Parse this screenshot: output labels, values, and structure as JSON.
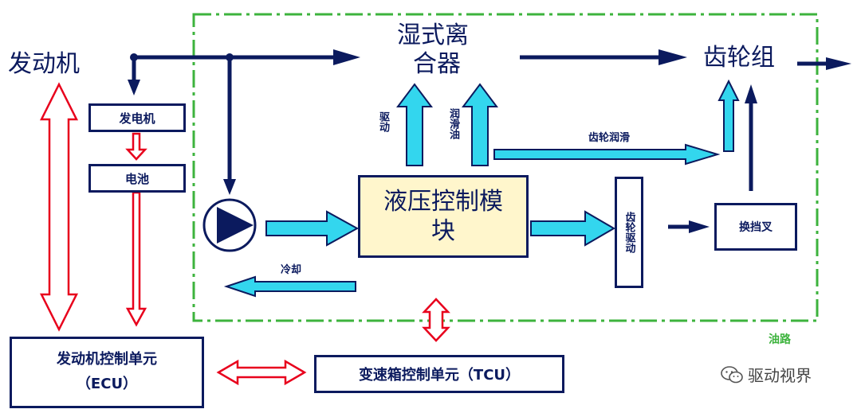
{
  "labels": {
    "engine": "发动机",
    "wet_clutch_line1": "湿式离",
    "wet_clutch_line2": "合器",
    "gearset": "齿轮组",
    "generator": "发电机",
    "battery": "电池",
    "hydraulic_module_line1": "液压控制模",
    "hydraulic_module_line2": "块",
    "drive": "驱动",
    "lubricating_oil": "润滑油",
    "gear_lubrication": "齿轮润滑",
    "gear_drive": "齿轮驱动",
    "shift_fork": "换挡叉",
    "cooling": "冷却",
    "ecu_line1": "发动机控制单元",
    "ecu_line2": "（ECU）",
    "tcu": "变速箱控制单元（TCU）",
    "oil_circuit": "油路",
    "watermark": "驱动视界"
  },
  "colors": {
    "navy": "#0b1a5e",
    "cyan": "#33d6ee",
    "red": "#e8001c",
    "green": "#3db33d",
    "module_fill": "#fff6cc"
  }
}
